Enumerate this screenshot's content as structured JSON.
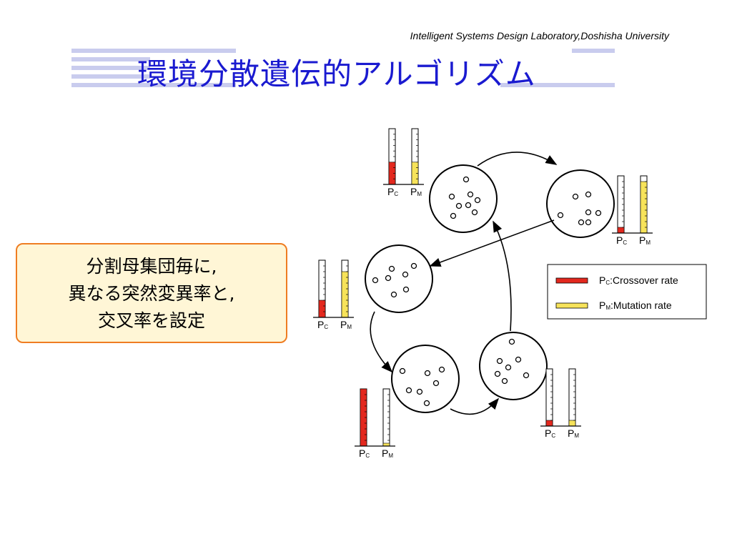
{
  "header": {
    "lab_name": "Intelligent Systems Design Laboratory,Doshisha University",
    "title": "環境分散遺伝的アルゴリズム"
  },
  "callout": {
    "lines": [
      "分割母集団毎に,",
      "異なる突然変異率と,",
      "交叉率を設定"
    ]
  },
  "legend": {
    "crossover": {
      "main": "P",
      "sub": "C",
      "rest": ":Crossover rate"
    },
    "mutation": {
      "main": "P",
      "sub": "M",
      "rest": ":Mutation rate"
    }
  },
  "gauge_labels": {
    "main": "P",
    "crossover_sub": "C",
    "mutation_sub": "M"
  },
  "colors": {
    "title": "#1a1ad0",
    "crossover": "#e3281e",
    "mutation": "#f7e35a",
    "callout_border": "#ef7d22",
    "callout_fill": "#fff6d6",
    "stripe": "#c9ccee"
  },
  "subpopulations": [
    {
      "id": "top",
      "crossover_rate": 0.4,
      "mutation_rate": 0.4
    },
    {
      "id": "right",
      "crossover_rate": 0.1,
      "mutation_rate": 0.9
    },
    {
      "id": "left",
      "crossover_rate": 0.3,
      "mutation_rate": 0.8
    },
    {
      "id": "bottom-left",
      "crossover_rate": 1.0,
      "mutation_rate": 0.05
    },
    {
      "id": "bottom-right",
      "crossover_rate": 0.1,
      "mutation_rate": 0.1
    }
  ]
}
